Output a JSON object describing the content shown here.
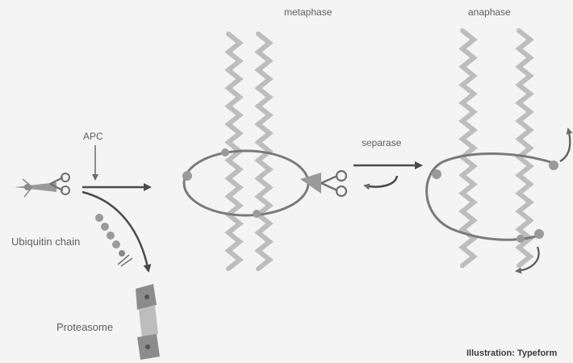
{
  "labels": {
    "metaphase": "metaphase",
    "anaphase": "anaphase",
    "apc": "APC",
    "separase": "separase",
    "ubiquitin_chain": "Ubiquitin chain",
    "proteasome": "Proteasome",
    "credit": "Illustration: Typeform"
  },
  "colors": {
    "background": "#f4f4f4",
    "chromosome": "#bdbdbd",
    "cohesin_ring": "#7a7a7a",
    "arrow": "#4a4a4a",
    "ubiquitin": "#9a9a9a",
    "proteasome": "#8c8c8c"
  },
  "icons": {
    "cleavage": "scissors-icon"
  }
}
